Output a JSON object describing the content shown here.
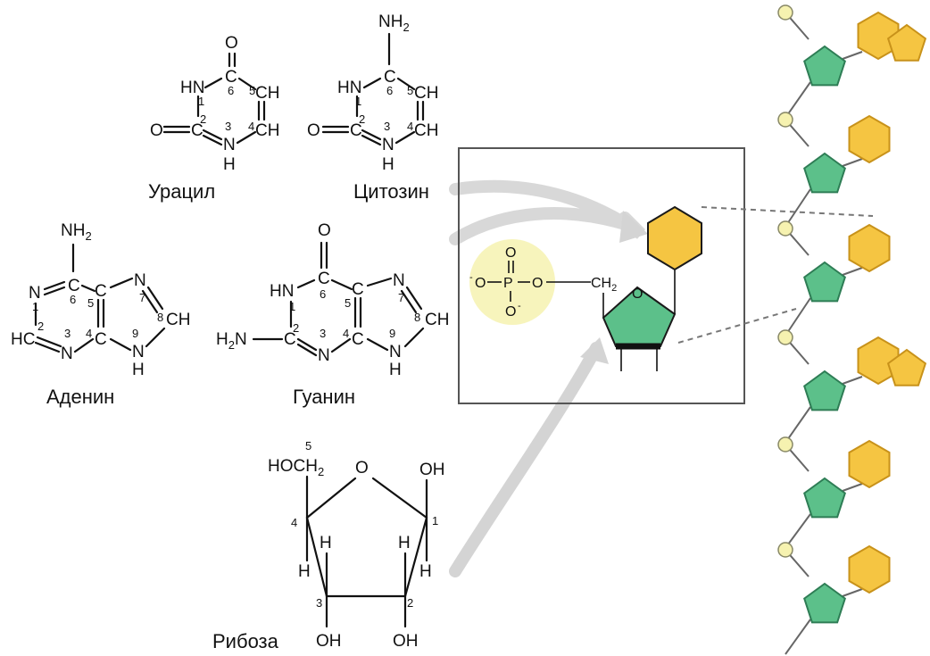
{
  "colors": {
    "base_fill": "#f5c542",
    "base_stroke": "#c8921a",
    "sugar_fill": "#5cc08a",
    "sugar_stroke": "#2e7d55",
    "phosphate_fill": "#f6f2b0",
    "phosphate_glow": "#f5f0a0",
    "arrow": "#cfcfcf",
    "frame": "#555555"
  },
  "uracil": {
    "name": "Урацил",
    "o_top": "O",
    "c6": "C",
    "n6": "6",
    "ch5": "CH",
    "n5": "5",
    "ch4": "CH",
    "n4": "4",
    "hn": "HN",
    "n1": "1",
    "c2": "C",
    "n2": "2",
    "o2": "O",
    "n3": "3",
    "n": "N",
    "h": "H"
  },
  "cytosine": {
    "name": "Цитозин",
    "nh": "NH",
    "sub2": "2",
    "c6": "C",
    "n6": "6",
    "ch5": "CH",
    "n5": "5",
    "ch4": "CH",
    "n4": "4",
    "hn": "HN",
    "n1": "1",
    "c2": "C",
    "n2": "2",
    "o2": "O",
    "n3": "3",
    "n": "N",
    "h": "H"
  },
  "adenine": {
    "name": "Аденин",
    "nh": "NH",
    "sub2": "2",
    "c6": "C",
    "n6": "6",
    "n1": "N",
    "l1": "1",
    "hc": "HC",
    "l2": "2",
    "n3": "N",
    "l3": "3",
    "c4": "C",
    "l4": "4",
    "c5": "C",
    "l5": "5",
    "n7": "N",
    "l7": "7",
    "ch8": "CH",
    "l8": "8",
    "n9": "N",
    "l9": "9",
    "h": "H"
  },
  "guanine": {
    "name": "Гуанин",
    "o": "O",
    "c6": "C",
    "l6": "6",
    "hn": "HN",
    "l1": "1",
    "h2n": "H",
    "sub2": "2",
    "n_amino": "N",
    "c2": "C",
    "l2": "2",
    "n3": "N",
    "l3": "3",
    "c4": "C",
    "l4": "4",
    "c5": "C",
    "l5": "5",
    "n7": "N",
    "l7": "7",
    "ch8": "CH",
    "l8": "8",
    "n9": "N",
    "l9": "9",
    "h": "H"
  },
  "ribose": {
    "name": "Рибоза",
    "hoch": "HOCH",
    "sub2": "2",
    "l5": "5",
    "o": "O",
    "oh1": "OH",
    "l1": "1",
    "l4": "4",
    "h_a": "H",
    "h_b": "H",
    "h_c": "H",
    "h_d": "H",
    "l3": "3",
    "l2": "2",
    "oh3": "OH",
    "oh2": "OH"
  },
  "nucleotide": {
    "o_top": "O",
    "o_left": "O",
    "minus_left": "-",
    "p": "P",
    "o_right": "O",
    "o_bottom": "O",
    "minus_bottom": "-",
    "ch": "CH",
    "sub2": "2",
    "ring_o": "O"
  }
}
